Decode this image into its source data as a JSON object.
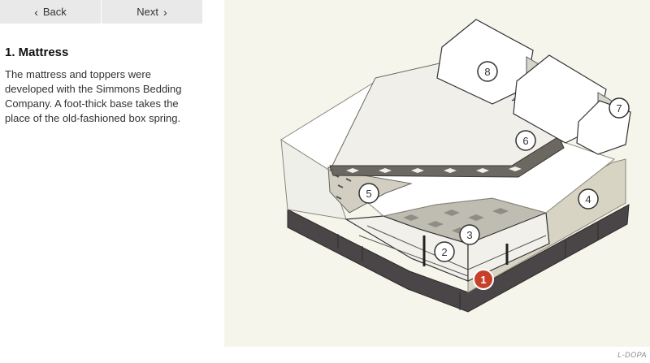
{
  "nav": {
    "back_label": "Back",
    "next_label": "Next"
  },
  "section": {
    "title": "1. Mattress",
    "description": "The mattress and toppers were developed with the Simmons Bedding Company. A foot-thick base takes the place of the old-fashioned box spring."
  },
  "diagram": {
    "markers": [
      "1",
      "2",
      "3",
      "4",
      "5",
      "6",
      "7",
      "8"
    ],
    "active_marker": "1",
    "active_color": "#c7402a"
  },
  "credit": "L-DOPA"
}
